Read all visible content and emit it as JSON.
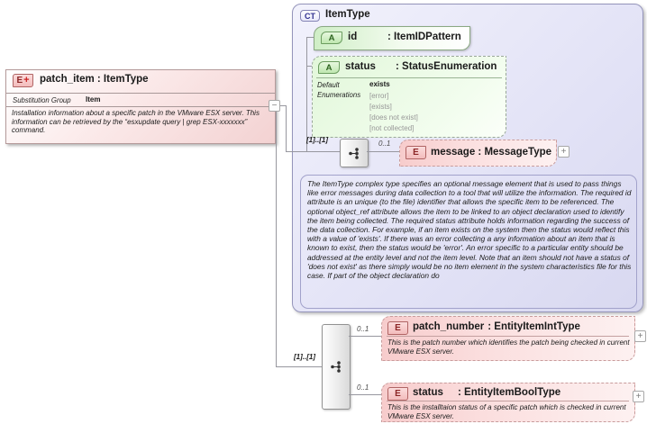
{
  "patch_item": {
    "badge": "E",
    "badge_plus": "+",
    "title": "patch_item : ItemType",
    "substitution_group_label": "Substitution Group",
    "substitution_group_value": "Item",
    "description": "Installation information about a specific patch in the VMware ESX server. This information can be retrieved by the “esxupdate query | grep ESX-xxxxxxx” command."
  },
  "item_type": {
    "badge": "CT",
    "title": "ItemType",
    "attr_id": {
      "badge": "A",
      "name": "id",
      "type": ": ItemIDPattern"
    },
    "attr_status": {
      "badge": "A",
      "name": "status",
      "type": ": StatusEnumeration",
      "default_label": "Default",
      "default_value": "exists",
      "enumerations_label": "Enumerations",
      "enumerations": [
        "[error]",
        "[exists]",
        "[does not exist]",
        "[not collected]"
      ]
    },
    "sequence_cardinality": "[1]..[1]",
    "message_cardinality": "0..1",
    "message": {
      "badge": "E",
      "label": "message : MessageType",
      "expand": "+"
    },
    "description": "The ItemType complex type specifies an optional message element that is used to pass things like error messages during data collection to a tool that will utilize the information. The required id attribute is an unique (to the file) identifier that allows the specific item to be referenced. The optional object_ref attribute allows the item to be linked to an object declaration used to identify the item being collected. The required status attribute holds information regarding the success of the data collection. For example, if an item exists on the system then the status would reflect this with a value of 'exists'. If there was an error collecting a any information about an item that is known to exist, then the status would be 'error'. An error specific to a particular entity should be addressed at the entity level and not the item level. Note that an item should not have a status of 'does not exist' as there simply would be no item element in the system characteristics file for this case. If part of the object declaration do"
  },
  "content_model": {
    "cardinality": "[1]..[1]",
    "patch_number": {
      "cardinality": "0..1",
      "badge": "E",
      "name": "patch_number",
      "type": ": EntityItemIntType",
      "description": "This is the patch number which identifies the patch being checked in current VMware ESX server.",
      "expand": "+"
    },
    "status": {
      "cardinality": "0..1",
      "badge": "E",
      "name": "status",
      "type": ": EntityItemBoolType",
      "description": "This is the installtaion status of a specific patch which is checked in current VMware ESX server.",
      "expand": "+"
    }
  }
}
